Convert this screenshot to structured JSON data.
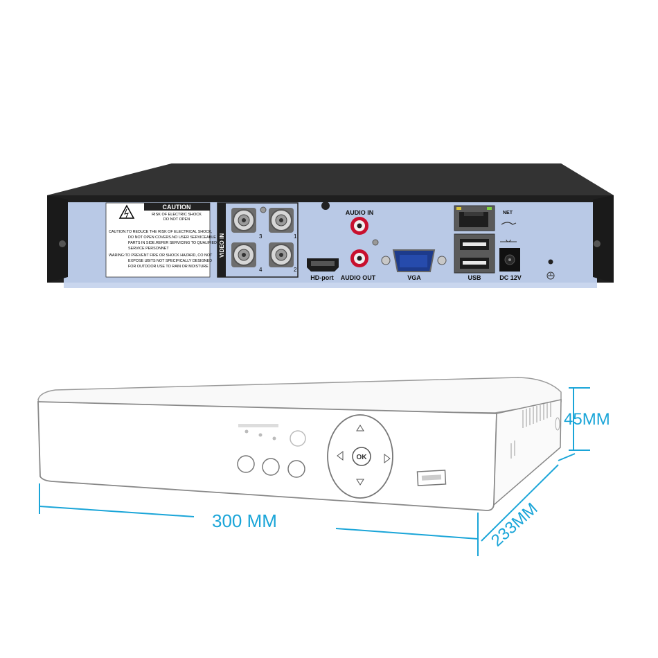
{
  "back_panel": {
    "caution_title": "CAUTION",
    "caution_sub1": "RISK OF ELECTRIC SHOCK",
    "caution_sub2": "DO NOT OPEN",
    "caution_text": [
      "CAUTION:TO REDUCE THE RISK OF ELECTRICAL SHOCK,",
      "DO NOT OPEN COVERS.NO USER SERVICEABLE",
      "PARTS IN SIDE.REFER SERVICING TO QUALIFIED",
      "SERVICE PERSONNET",
      "WARING:TO PREVENT FIRE OR SHOCK HAZARD, CO NOT",
      "EXPOSE UBITS NOT SPECIFICALLY DESIGNED",
      "FOR OUTDOOR USE TO RAIN OR MOISTURE"
    ],
    "video_in_label": "VIDEO IN",
    "bnc_numbers": [
      "3",
      "1",
      "4",
      "2"
    ],
    "audio_in_label": "AUDIO IN",
    "hd_port_label": "HD-port",
    "audio_out_label": "AUDIO OUT",
    "vga_label": "VGA",
    "net_label": "NET",
    "usb_label": "USB",
    "dc_label": "DC 12V"
  },
  "dimensions": {
    "height": "45MM",
    "width": "300 MM",
    "depth": "233MM"
  },
  "front_panel": {
    "ok_label": "OK"
  },
  "colors": {
    "panel_blue": "#b9c9e6",
    "chassis": "#2b2b2b",
    "dimension_line": "#1aa5d8"
  }
}
